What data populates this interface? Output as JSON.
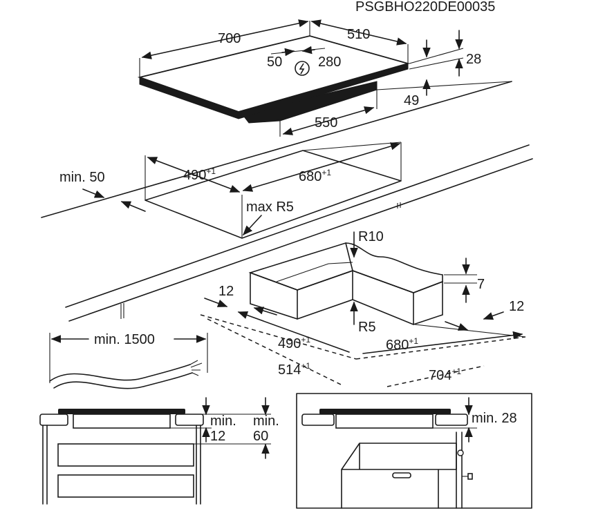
{
  "doc_code": "PSGBHO220DE00035",
  "hob": {
    "width": "700",
    "depth": "510",
    "cable_left": "50",
    "cable_right": "280",
    "height": "28",
    "depth_below": "49",
    "bottom_width": "550",
    "power_icon": "lightning-in-circle-icon"
  },
  "cutout": {
    "min_edge": "min. 50",
    "depth": "490",
    "depth_tol": "+1",
    "width": "680",
    "width_tol": "+1",
    "corner_radius": "max R5"
  },
  "frame": {
    "r_outer": "R10",
    "r_inner": "R5",
    "thickness": "7",
    "left_margin": "12",
    "right_margin": "12",
    "inner_depth": "490",
    "inner_depth_tol": "+1",
    "inner_width": "680",
    "inner_width_tol": "+1",
    "outer_depth": "514",
    "outer_depth_tol": "+1",
    "outer_width": "704",
    "outer_width_tol": "+1"
  },
  "cable": {
    "length": "min. 1500"
  },
  "installation": {
    "clearance_a_line1": "min.",
    "clearance_a_line2": "12",
    "clearance_b_line1": "min.",
    "clearance_b_line2": "60",
    "oven_clearance": "min. 28"
  }
}
